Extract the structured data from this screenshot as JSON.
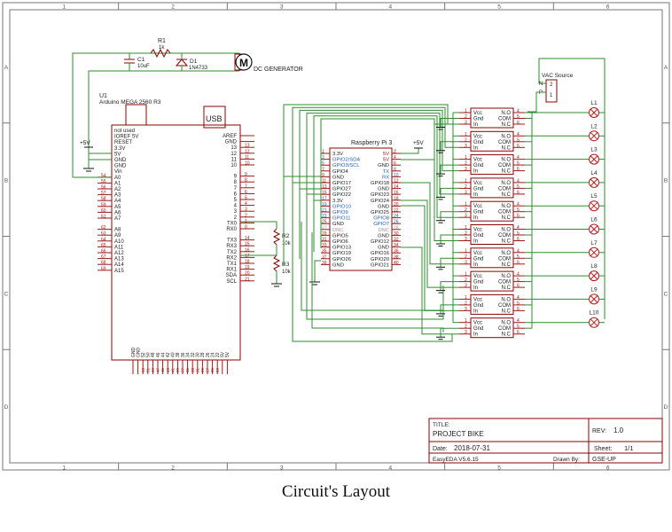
{
  "frame": {
    "columns": [
      "1",
      "2",
      "3",
      "4",
      "5",
      "6"
    ],
    "rows": [
      "A",
      "B",
      "C",
      "D"
    ]
  },
  "components": {
    "r1": {
      "ref": "R1",
      "value": "1k"
    },
    "c1": {
      "ref": "C1",
      "value": "10uF"
    },
    "d1": {
      "ref": "D1",
      "value": "1N4733"
    },
    "motor": {
      "symbol": "M",
      "label": "DC GENERATOR"
    },
    "arduino": {
      "ref": "U1",
      "name": "Arduino MEGA 2560 R3",
      "usb": "USB",
      "left_pins": [
        {
          "name": "not used",
          "num": ""
        },
        {
          "name": "IOREF 5V",
          "num": ""
        },
        {
          "name": "RESET",
          "num": ""
        },
        {
          "name": "3.3V",
          "num": ""
        },
        {
          "name": "5V",
          "num": ""
        },
        {
          "name": "GND",
          "num": ""
        },
        {
          "name": "GND",
          "num": ""
        },
        {
          "name": "Vin",
          "num": ""
        },
        {
          "name": "A0",
          "num": "54"
        },
        {
          "name": "A1",
          "num": "55"
        },
        {
          "name": "A2",
          "num": "56"
        },
        {
          "name": "A3",
          "num": "57"
        },
        {
          "name": "A4",
          "num": "58"
        },
        {
          "name": "A5",
          "num": "59"
        },
        {
          "name": "A6",
          "num": "60"
        },
        {
          "name": "A7",
          "num": "61"
        },
        {
          "name": "A8",
          "num": "62"
        },
        {
          "name": "A9",
          "num": "63"
        },
        {
          "name": "A10",
          "num": "64"
        },
        {
          "name": "A11",
          "num": "65"
        },
        {
          "name": "A12",
          "num": "66"
        },
        {
          "name": "A13",
          "num": "67"
        },
        {
          "name": "A14",
          "num": "68"
        },
        {
          "name": "A15",
          "num": "69"
        }
      ],
      "right_pins": [
        {
          "name": "AREF",
          "num": ""
        },
        {
          "name": "GND",
          "num": ""
        },
        {
          "name": "13",
          "num": "13"
        },
        {
          "name": "12",
          "num": "12"
        },
        {
          "name": "11",
          "num": "11"
        },
        {
          "name": "10",
          "num": "10"
        },
        {
          "name": "9",
          "num": "9"
        },
        {
          "name": "8",
          "num": "8"
        },
        {
          "name": "7",
          "num": "7"
        },
        {
          "name": "6",
          "num": "6"
        },
        {
          "name": "5",
          "num": "5"
        },
        {
          "name": "4",
          "num": "4"
        },
        {
          "name": "3",
          "num": "3"
        },
        {
          "name": "2",
          "num": "2"
        },
        {
          "name": "TX0",
          "num": "1"
        },
        {
          "name": "RX0",
          "num": "0"
        },
        {
          "name": "TX3",
          "num": "14"
        },
        {
          "name": "RX3",
          "num": "15"
        },
        {
          "name": "TX2",
          "num": "16"
        },
        {
          "name": "RX2",
          "num": "17"
        },
        {
          "name": "TX1",
          "num": "18"
        },
        {
          "name": "RX1",
          "num": "19"
        },
        {
          "name": "SDA",
          "num": "20"
        },
        {
          "name": "SCL",
          "num": "21"
        }
      ],
      "bottom_pins": [
        "GND",
        "GND",
        "52",
        "50",
        "48",
        "46",
        "44",
        "42",
        "40",
        "38",
        "36",
        "34",
        "32",
        "30",
        "28",
        "26",
        "24",
        "22",
        "5V",
        "5V"
      ],
      "bottom_nums": [
        "",
        "",
        "53",
        "51",
        "49",
        "47",
        "45",
        "43",
        "41",
        "39",
        "37",
        "35",
        "33",
        "31",
        "29",
        "27",
        "25",
        "23",
        "",
        ""
      ]
    },
    "pi": {
      "name": "Raspberry Pi 3",
      "left": [
        {
          "name": "3.3V",
          "num": "1"
        },
        {
          "name": "GPIO2/SDA",
          "num": "3"
        },
        {
          "name": "GPIO3/SCL",
          "num": "5"
        },
        {
          "name": "GPIO4",
          "num": "7"
        },
        {
          "name": "GND",
          "num": "9"
        },
        {
          "name": "GPIO17",
          "num": "11"
        },
        {
          "name": "GPIO27",
          "num": "13"
        },
        {
          "name": "GPIO22",
          "num": "15"
        },
        {
          "name": "3.3V",
          "num": "17"
        },
        {
          "name": "GPIO10",
          "num": "19"
        },
        {
          "name": "GPIO9",
          "num": "21"
        },
        {
          "name": "GPIO11",
          "num": "23"
        },
        {
          "name": "GND",
          "num": "25"
        },
        {
          "name": "DNC",
          "num": "27"
        },
        {
          "name": "GPIO5",
          "num": "29"
        },
        {
          "name": "GPIO6",
          "num": "31"
        },
        {
          "name": "GPIO13",
          "num": "33"
        },
        {
          "name": "GPIO19",
          "num": "35"
        },
        {
          "name": "GPIO26",
          "num": "37"
        },
        {
          "name": "GND",
          "num": "39"
        }
      ],
      "right": [
        {
          "name": "5V",
          "num": "2"
        },
        {
          "name": "5V",
          "num": "4"
        },
        {
          "name": "GND",
          "num": "6"
        },
        {
          "name": "TX",
          "num": "8"
        },
        {
          "name": "RX",
          "num": "10"
        },
        {
          "name": "GPIO18",
          "num": "12"
        },
        {
          "name": "GND",
          "num": "14"
        },
        {
          "name": "GPIO23",
          "num": "16"
        },
        {
          "name": "GPIO24",
          "num": "18"
        },
        {
          "name": "GND",
          "num": "20"
        },
        {
          "name": "GPIO25",
          "num": "22"
        },
        {
          "name": "GPIO8",
          "num": "24"
        },
        {
          "name": "GPIO7",
          "num": "26"
        },
        {
          "name": "DNC",
          "num": "28"
        },
        {
          "name": "GND",
          "num": "30"
        },
        {
          "name": "GPIO12",
          "num": "32"
        },
        {
          "name": "GND",
          "num": "34"
        },
        {
          "name": "GPIO16",
          "num": "36"
        },
        {
          "name": "GPIO20",
          "num": "38"
        },
        {
          "name": "GPIO21",
          "num": "40"
        }
      ]
    },
    "r2": {
      "ref": "R2",
      "value": "10k"
    },
    "r3": {
      "ref": "R3",
      "value": "10k"
    },
    "supply": "+5V",
    "vac": {
      "label": "VAC Source",
      "n": "N",
      "p": "P",
      "pin2": "2",
      "pin1": "1"
    },
    "relay_pins": {
      "vcc": "Vcc",
      "gnd": "Gnd",
      "in": "In",
      "no": "N.O",
      "com": "COM",
      "nc": "N.C",
      "p1": "1",
      "p2": "2",
      "p3": "3",
      "p4": "4",
      "p5": "5",
      "p6": "6"
    },
    "lamps": [
      "L1",
      "L2",
      "L3",
      "L4",
      "L5",
      "L6",
      "L7",
      "L8",
      "L9",
      "L10"
    ]
  },
  "title_block": {
    "title_label": "TITLE:",
    "title": "PROJECT BIKE",
    "rev_label": "REV:",
    "rev": "1.0",
    "date_label": "Date:",
    "date": "2018-07-31",
    "sheet_label": "Sheet:",
    "sheet": "1/1",
    "tool": "EasyEDA V5.6.15",
    "drawn_label": "Drawn By:",
    "drawn": "GSE-UP"
  },
  "caption": "Circuit's Layout",
  "colors": {
    "wire": "#2e8b2e",
    "body": "#8b0000",
    "pin": "#a01818",
    "text": "#222222",
    "blue": "#2060c0",
    "gray": "#999999"
  }
}
